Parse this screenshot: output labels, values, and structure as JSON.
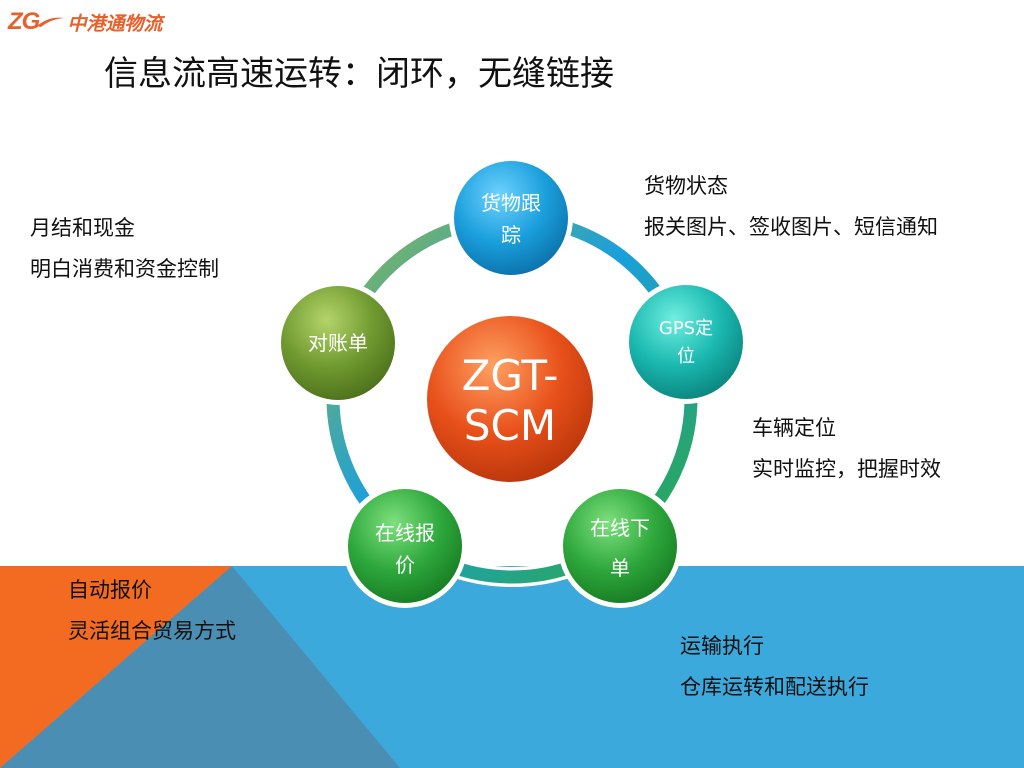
{
  "logo": {
    "mark": "ZG",
    "text": "中港通物流"
  },
  "title": "信息流高速运转：闭环，无缝链接",
  "center": {
    "line1": "ZGT-",
    "line2": "SCM",
    "color": "#e8501a"
  },
  "nodes": {
    "tracking": {
      "line1": "货物跟",
      "line2": "踪",
      "color": "#1a9fdc"
    },
    "gps": {
      "line1": "GPS定",
      "line2": "位",
      "color": "#1ab8b0"
    },
    "order": {
      "line1": "在线下",
      "line2": "单",
      "color": "#2ea83c"
    },
    "quote": {
      "line1": "在线报",
      "line2": "价",
      "color": "#2ea83c"
    },
    "statement": {
      "line1": "对账单",
      "color": "#6f9a30"
    }
  },
  "notes": {
    "statement": {
      "line1": "月结和现金",
      "line2": "明白消费和资金控制"
    },
    "tracking": {
      "line1": "货物状态",
      "line2": "报关图片、签收图片、短信通知"
    },
    "gps": {
      "line1": "车辆定位",
      "line2": "实时监控，把握时效"
    },
    "quote": {
      "line1": "自动报价",
      "line2": "灵活组合贸易方式"
    },
    "order": {
      "line1": "运输执行",
      "line2": "仓库运转和配送执行"
    }
  },
  "colors": {
    "band_blue": "#3ba9dc",
    "band_orange": "#f26b21",
    "band_steel": "#4a8fb3"
  }
}
